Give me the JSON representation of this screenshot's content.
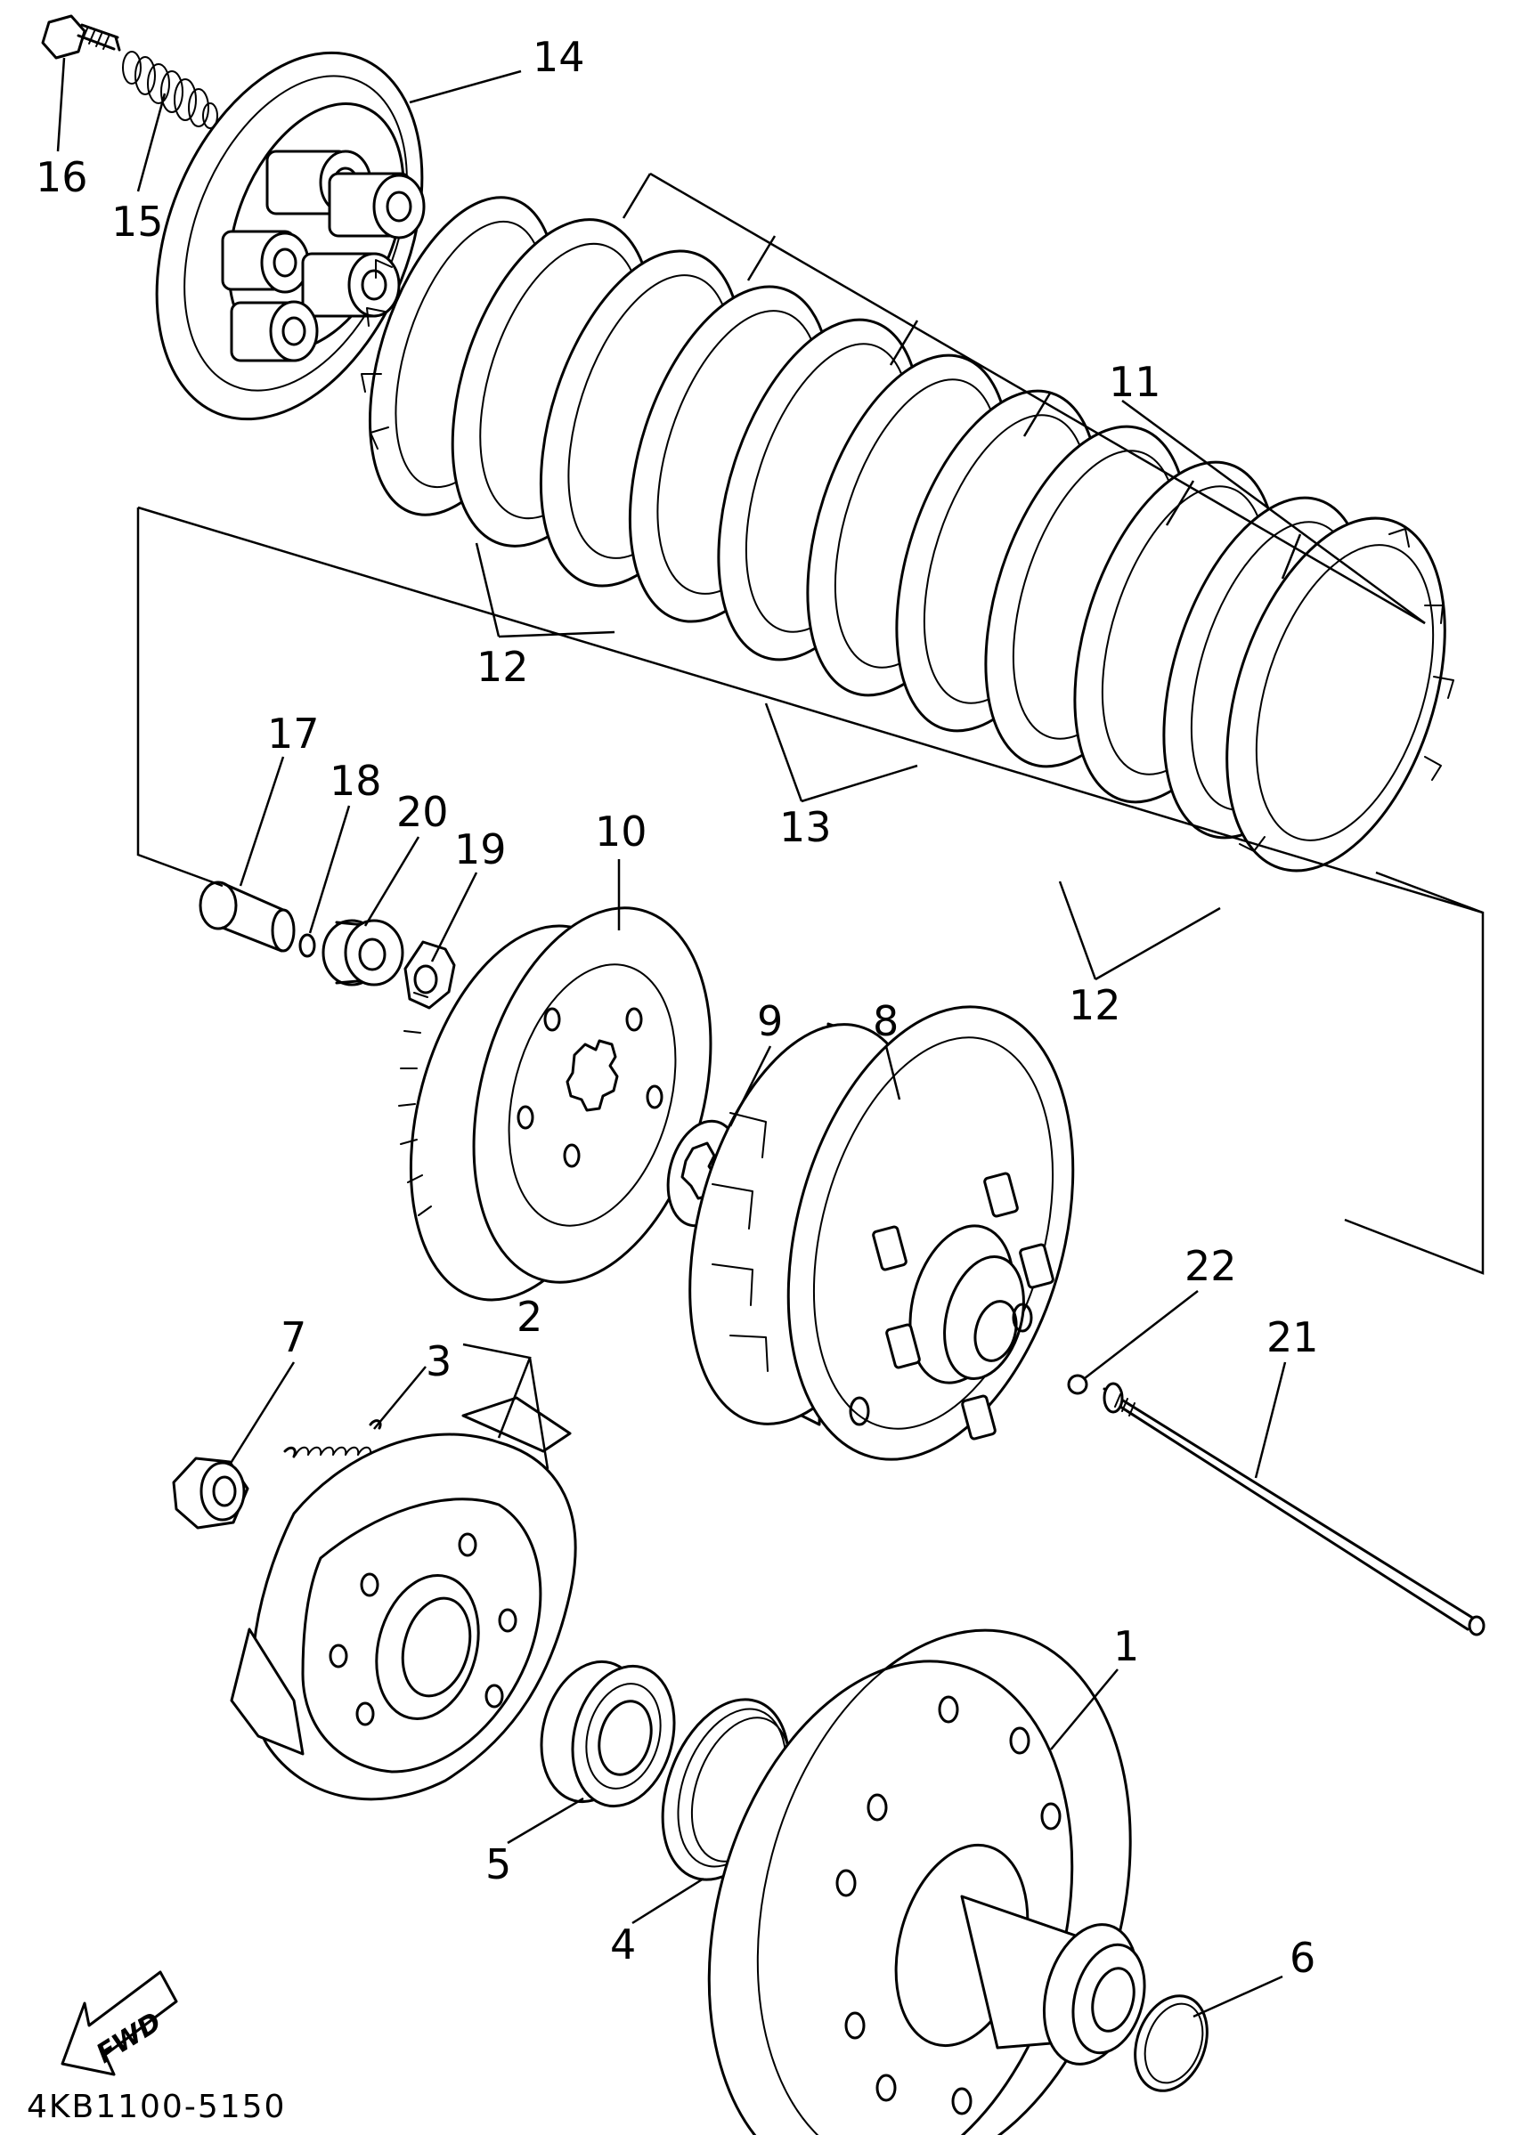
{
  "diagram_code": "4KB1100-5150",
  "direction_arrow": {
    "text": "FWD",
    "icon": "fwd-arrow-icon"
  },
  "callouts": {
    "n1": "1",
    "n2": "2",
    "n3": "3",
    "n4": "4",
    "n5": "5",
    "n6": "6",
    "n7": "7",
    "n8": "8",
    "n9": "9",
    "n10": "10",
    "n11": "11",
    "n12a": "12",
    "n12b": "12",
    "n13": "13",
    "n14": "14",
    "n15": "15",
    "n16": "16",
    "n17": "17",
    "n18": "18",
    "n19": "19",
    "n20": "20",
    "n21": "21",
    "n22": "22"
  }
}
